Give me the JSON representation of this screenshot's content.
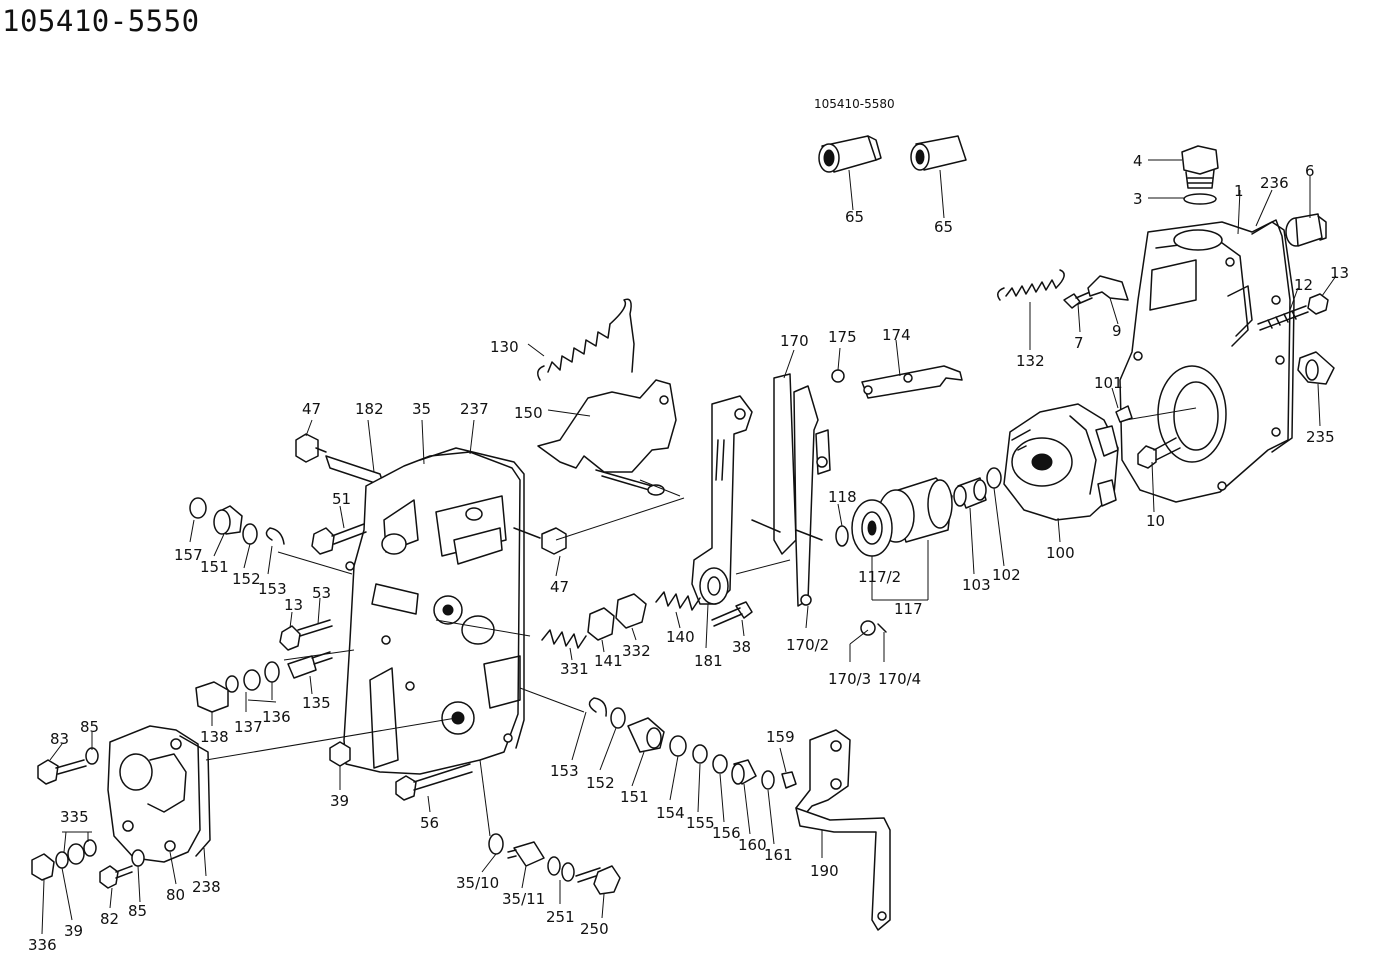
{
  "title": "105410-5550",
  "subassembly_label": "105410-5580",
  "parts": [
    {
      "id": "65a",
      "label": "65"
    },
    {
      "id": "65b",
      "label": "65"
    },
    {
      "id": "4",
      "label": "4"
    },
    {
      "id": "3",
      "label": "3"
    },
    {
      "id": "1",
      "label": "1"
    },
    {
      "id": "236",
      "label": "236"
    },
    {
      "id": "6",
      "label": "6"
    },
    {
      "id": "12",
      "label": "12"
    },
    {
      "id": "13a",
      "label": "13"
    },
    {
      "id": "132",
      "label": "132"
    },
    {
      "id": "7",
      "label": "7"
    },
    {
      "id": "9",
      "label": "9"
    },
    {
      "id": "101",
      "label": "101"
    },
    {
      "id": "235",
      "label": "235"
    },
    {
      "id": "10",
      "label": "10"
    },
    {
      "id": "100",
      "label": "100"
    },
    {
      "id": "102",
      "label": "102"
    },
    {
      "id": "103",
      "label": "103"
    },
    {
      "id": "117_2",
      "label": "117/2"
    },
    {
      "id": "117",
      "label": "117"
    },
    {
      "id": "118",
      "label": "118"
    },
    {
      "id": "170",
      "label": "170"
    },
    {
      "id": "175",
      "label": "175"
    },
    {
      "id": "174",
      "label": "174"
    },
    {
      "id": "170_2",
      "label": "170/2"
    },
    {
      "id": "170_3",
      "label": "170/3"
    },
    {
      "id": "170_4",
      "label": "170/4"
    },
    {
      "id": "130",
      "label": "130"
    },
    {
      "id": "150",
      "label": "150"
    },
    {
      "id": "47a",
      "label": "47"
    },
    {
      "id": "182",
      "label": "182"
    },
    {
      "id": "35",
      "label": "35"
    },
    {
      "id": "237",
      "label": "237"
    },
    {
      "id": "51",
      "label": "51"
    },
    {
      "id": "47b",
      "label": "47"
    },
    {
      "id": "157",
      "label": "157"
    },
    {
      "id": "151a",
      "label": "151"
    },
    {
      "id": "152a",
      "label": "152"
    },
    {
      "id": "153a",
      "label": "153"
    },
    {
      "id": "13b",
      "label": "13"
    },
    {
      "id": "53",
      "label": "53"
    },
    {
      "id": "135",
      "label": "135"
    },
    {
      "id": "136",
      "label": "136"
    },
    {
      "id": "137",
      "label": "137"
    },
    {
      "id": "138",
      "label": "138"
    },
    {
      "id": "331",
      "label": "331"
    },
    {
      "id": "141",
      "label": "141"
    },
    {
      "id": "332",
      "label": "332"
    },
    {
      "id": "140",
      "label": "140"
    },
    {
      "id": "181",
      "label": "181"
    },
    {
      "id": "38",
      "label": "38"
    },
    {
      "id": "83",
      "label": "83"
    },
    {
      "id": "85a",
      "label": "85"
    },
    {
      "id": "335",
      "label": "335"
    },
    {
      "id": "336",
      "label": "336"
    },
    {
      "id": "39a",
      "label": "39"
    },
    {
      "id": "82",
      "label": "82"
    },
    {
      "id": "85b",
      "label": "85"
    },
    {
      "id": "80",
      "label": "80"
    },
    {
      "id": "238",
      "label": "238"
    },
    {
      "id": "39b",
      "label": "39"
    },
    {
      "id": "56",
      "label": "56"
    },
    {
      "id": "153b",
      "label": "153"
    },
    {
      "id": "152b",
      "label": "152"
    },
    {
      "id": "151b",
      "label": "151"
    },
    {
      "id": "154",
      "label": "154"
    },
    {
      "id": "155",
      "label": "155"
    },
    {
      "id": "156",
      "label": "156"
    },
    {
      "id": "160",
      "label": "160"
    },
    {
      "id": "161",
      "label": "161"
    },
    {
      "id": "159",
      "label": "159"
    },
    {
      "id": "190",
      "label": "190"
    },
    {
      "id": "35_10",
      "label": "35/10"
    },
    {
      "id": "35_11",
      "label": "35/11"
    },
    {
      "id": "251",
      "label": "251"
    },
    {
      "id": "250",
      "label": "250"
    }
  ]
}
